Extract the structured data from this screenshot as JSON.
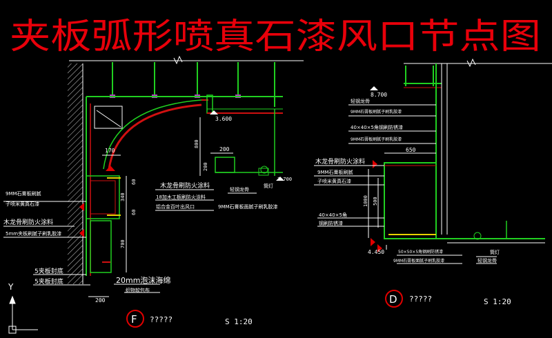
{
  "title": "夹板弧形喷真石漆风口节点图",
  "colors": {
    "background": "#000000",
    "title": "#e8000a",
    "wall": "#ffffff",
    "frame_green": "#20d020",
    "curve_red": "#d01010",
    "dimension": "#ffffff",
    "marker_red": "#e00000",
    "accent_yellow": "#e6d200",
    "accent_purple": "#b040c0"
  },
  "detail_f": {
    "label_letter": "F",
    "label_text": "?????",
    "scale": "S 1:20",
    "level_mark": "3.600",
    "dims": {
      "d170": "170",
      "d60a": "60",
      "d340": "340",
      "d60b": "60",
      "d700": "700",
      "d800": "800",
      "d200a": "200",
      "d200b": "200",
      "d200c": "200"
    },
    "notes": {
      "n1": "9MM石膏板刷腻",
      "n2": "子喷米黄真石漆",
      "n3": "木龙骨刷防火涂料",
      "n4": "5mm夹板刷腻子刷乳胶漆",
      "n5": "5夹板封底",
      "n6": "5夹板封底",
      "n7": "木龙骨刷防火涂料",
      "n8": "18加木工板刷防火涂料",
      "n9": "铝合金百叶出风口",
      "n10": "轻钢龙骨",
      "n11": "筒灯",
      "n12": "9MM石膏板面腻子刷乳胶漆",
      "n13": "20mm泡沫海绵",
      "n14": "织物软包布"
    }
  },
  "detail_d": {
    "label_letter": "D",
    "label_text": "?????",
    "scale": "S 1:20",
    "level_top": "8.700",
    "level_bottom": "4.450",
    "dims": {
      "d650": "650",
      "d1000": "1000",
      "d500": "500"
    },
    "notes": {
      "n1": "轻钢龙骨",
      "n2": "9MM石膏板刷腻子刷乳胶漆",
      "n3": "40×40×5角钢刷防锈漆",
      "n4": "9MM石膏板刷腻子刷乳胶漆",
      "n5": "木龙骨刷防火涂料",
      "n6": "9MM石膏板刷腻",
      "n7": "子喷米黄真石漆",
      "n8": "40×40×5角",
      "n9": "钢刷防锈漆",
      "n10": "50×50×5角钢刷防锈漆",
      "n11": "9MM石膏板面腻子刷乳胶漆",
      "n12": "筒灯",
      "n13": "轻钢龙骨"
    }
  },
  "ucs": {
    "y_label": "Y"
  }
}
